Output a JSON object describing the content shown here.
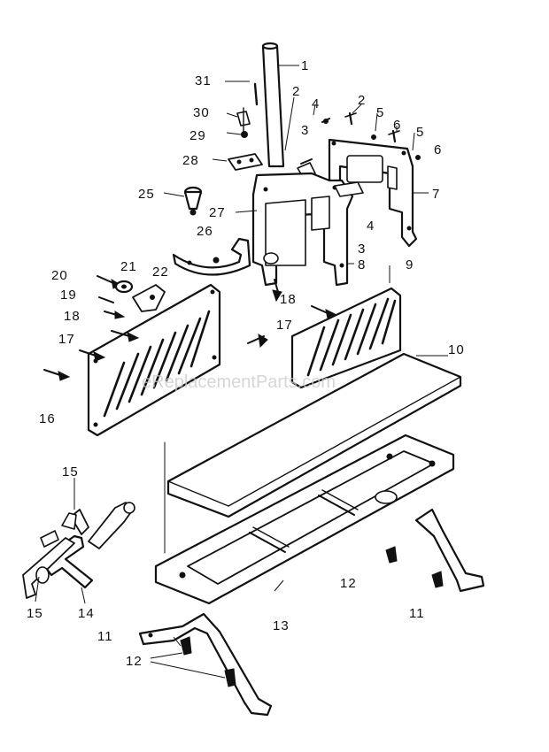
{
  "diagram": {
    "watermark": "eReplacementParts.com",
    "callouts": [
      {
        "id": "c1",
        "label": "1"
      },
      {
        "id": "c31",
        "label": "31"
      },
      {
        "id": "c2a",
        "label": "2"
      },
      {
        "id": "c4a",
        "label": "4"
      },
      {
        "id": "c2b",
        "label": "2"
      },
      {
        "id": "c5a",
        "label": "5"
      },
      {
        "id": "c6a",
        "label": "6"
      },
      {
        "id": "c5b",
        "label": "5"
      },
      {
        "id": "c6b",
        "label": "6"
      },
      {
        "id": "c30",
        "label": "30"
      },
      {
        "id": "c3a",
        "label": "3"
      },
      {
        "id": "c29",
        "label": "29"
      },
      {
        "id": "c28",
        "label": "28"
      },
      {
        "id": "c7",
        "label": "7"
      },
      {
        "id": "c25",
        "label": "25"
      },
      {
        "id": "c27",
        "label": "27"
      },
      {
        "id": "c4b",
        "label": "4"
      },
      {
        "id": "c26",
        "label": "26"
      },
      {
        "id": "c3b",
        "label": "3"
      },
      {
        "id": "c8",
        "label": "8"
      },
      {
        "id": "c9",
        "label": "9"
      },
      {
        "id": "c20",
        "label": "20"
      },
      {
        "id": "c21",
        "label": "21"
      },
      {
        "id": "c22",
        "label": "22"
      },
      {
        "id": "c19",
        "label": "19"
      },
      {
        "id": "c18a",
        "label": "18"
      },
      {
        "id": "c18b",
        "label": "18"
      },
      {
        "id": "c17a",
        "label": "17"
      },
      {
        "id": "c17b",
        "label": "17"
      },
      {
        "id": "c10",
        "label": "10"
      },
      {
        "id": "c16",
        "label": "16"
      },
      {
        "id": "c15a",
        "label": "15"
      },
      {
        "id": "c15b",
        "label": "15"
      },
      {
        "id": "c14",
        "label": "14"
      },
      {
        "id": "c12a",
        "label": "12"
      },
      {
        "id": "c11a",
        "label": "11"
      },
      {
        "id": "c13",
        "label": "13"
      },
      {
        "id": "c11b",
        "label": "11"
      },
      {
        "id": "c12b",
        "label": "12"
      }
    ]
  }
}
